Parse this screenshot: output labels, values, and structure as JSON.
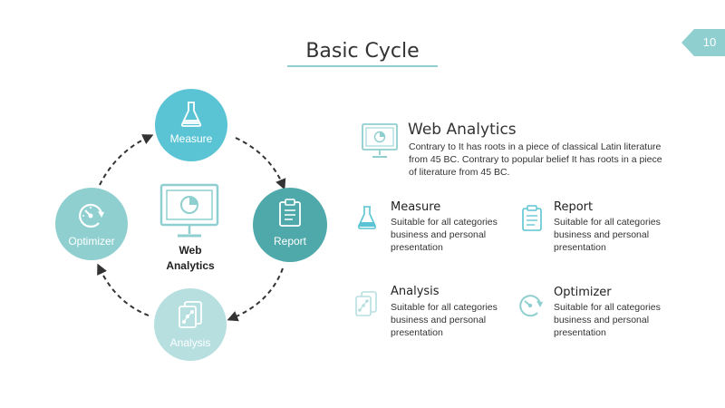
{
  "slide": {
    "title": "Basic Cycle",
    "page_number": "10"
  },
  "colors": {
    "accent": "#5bc4d4",
    "teal_dark": "#4fa9aa",
    "teal_light": "#8fcfd0",
    "teal_pale": "#b7dfe0",
    "arrow": "#333333",
    "icon_stroke": "#8fcfd0"
  },
  "cycle": {
    "center_line1": "Web",
    "center_line2": "Analytics",
    "nodes": [
      {
        "label": "Measure",
        "icon": "flask-icon",
        "color": "#5bc4d4"
      },
      {
        "label": "Report",
        "icon": "clipboard-icon",
        "color": "#4fa9aa"
      },
      {
        "label": "Analysis",
        "icon": "documents-icon",
        "color": "#b7dfe0"
      },
      {
        "label": "Optimizer",
        "icon": "gauge-icon",
        "color": "#8fcfd0"
      }
    ]
  },
  "web_analytics": {
    "title": "Web Analytics",
    "description": "Contrary to It has roots in a piece of classical Latin literature from 45 BC. Contrary to popular belief It has roots in a piece of literature from 45 BC."
  },
  "features": [
    {
      "title": "Measure",
      "description": "Suitable for all categories business and personal presentation",
      "icon": "flask-icon"
    },
    {
      "title": "Report",
      "description": "Suitable for all categories business and personal presentation",
      "icon": "clipboard-icon"
    },
    {
      "title": "Analysis",
      "description": "Suitable for all categories business and personal presentation",
      "icon": "documents-icon"
    },
    {
      "title": "Optimizer",
      "description": "Suitable for all categories business and personal presentation",
      "icon": "gauge-icon"
    }
  ]
}
